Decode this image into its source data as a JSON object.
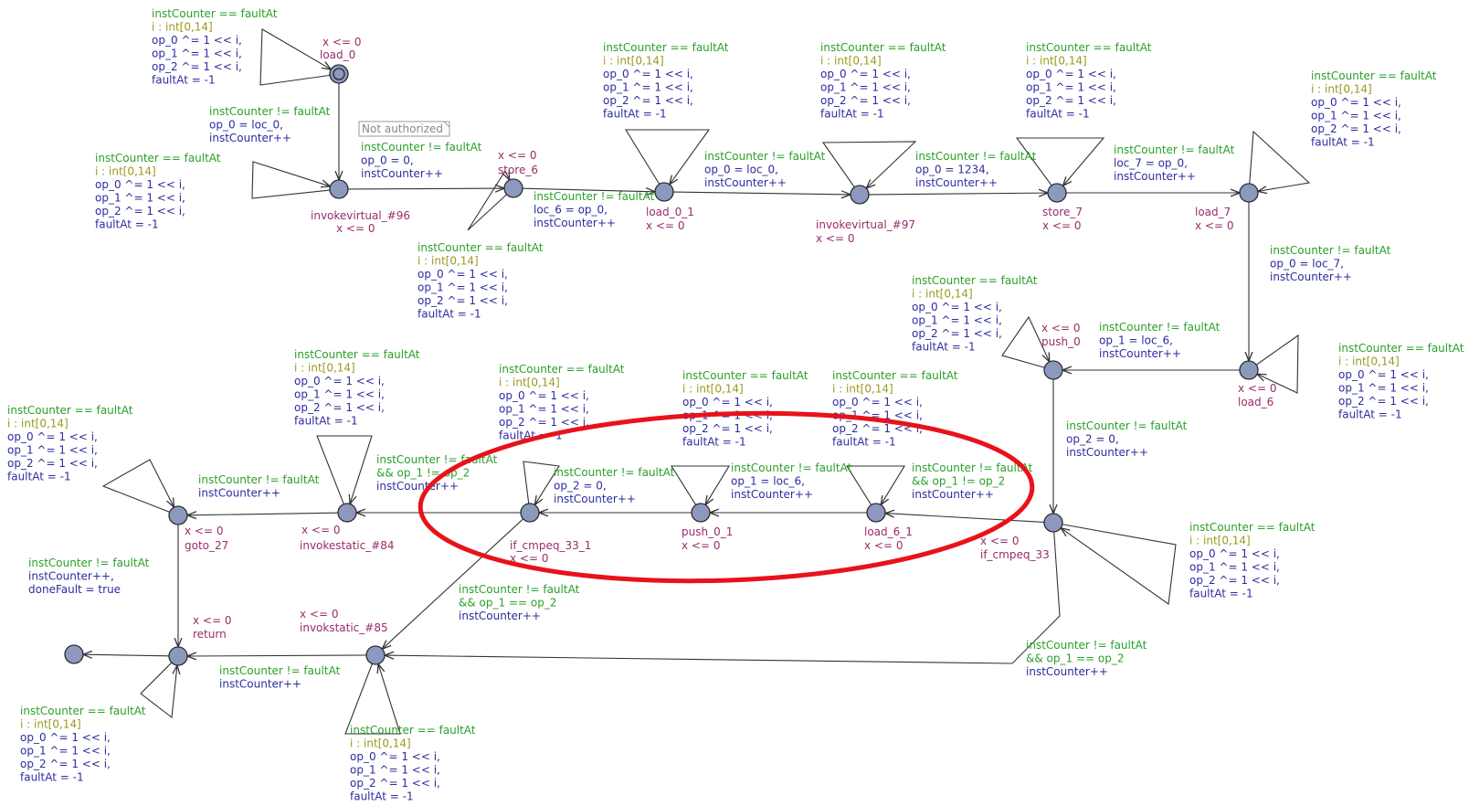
{
  "colors": {
    "guard": "#2aa02a",
    "select": "#9a9a20",
    "update": "#2d2d9e",
    "location": "#9a2c6a",
    "node_fill": "#8c98be",
    "highlight": "#e8121b"
  },
  "note": "Not authorized",
  "locations": [
    {
      "id": "load_0",
      "name": "load_0",
      "invariant": "x <= 0",
      "initial": true
    },
    {
      "id": "invokevirtual_96",
      "name": "invokevirtual_#96",
      "invariant": "x <= 0"
    },
    {
      "id": "store_6",
      "name": "store_6",
      "invariant": "x <= 0"
    },
    {
      "id": "load_0_1",
      "name": "load_0_1",
      "invariant": "x <= 0"
    },
    {
      "id": "invokevirtual_97",
      "name": "invokevirtual_#97",
      "invariant": "x <= 0"
    },
    {
      "id": "store_7",
      "name": "store_7",
      "invariant": "x <= 0"
    },
    {
      "id": "load_7",
      "name": "load_7",
      "invariant": "x <= 0"
    },
    {
      "id": "load_6",
      "name": "load_6",
      "invariant": "x <= 0"
    },
    {
      "id": "push_0",
      "name": "push_0",
      "invariant": "x <= 0"
    },
    {
      "id": "if_cmpeq_33",
      "name": "if_cmpeq_33",
      "invariant": "x <= 0"
    },
    {
      "id": "load_6_1",
      "name": "load_6_1",
      "invariant": "x <= 0"
    },
    {
      "id": "push_0_1",
      "name": "push_0_1",
      "invariant": "x <= 0"
    },
    {
      "id": "if_cmpeq_33_1",
      "name": "if_cmpeq_33_1",
      "invariant": "x <= 0"
    },
    {
      "id": "invokestatic_84",
      "name": "invokestatic_#84",
      "invariant": "x <= 0"
    },
    {
      "id": "goto_27",
      "name": "goto_27",
      "invariant": "x <= 0"
    },
    {
      "id": "invokstatic_85",
      "name": "invokstatic_#85",
      "invariant": "x <= 0"
    },
    {
      "id": "return",
      "name": "return",
      "invariant": "x <= 0"
    },
    {
      "id": "done",
      "name": "",
      "invariant": ""
    }
  ],
  "fault_loop": {
    "guard": "instCounter == faultAt",
    "select": "i : int[0,14]",
    "updates": [
      "op_0 ^= 1 << i,",
      "op_1 ^= 1 << i,",
      "op_2 ^= 1 << i,",
      "faultAt = -1"
    ]
  },
  "transitions": [
    {
      "from": "load_0",
      "to": "invokevirtual_96",
      "guard": "instCounter != faultAt",
      "updates": [
        "op_0 = loc_0,",
        "instCounter++"
      ]
    },
    {
      "from": "invokevirtual_96",
      "to": "store_6",
      "guard": "instCounter != faultAt",
      "updates": [
        "op_0 = 0,",
        "instCounter++"
      ]
    },
    {
      "from": "store_6",
      "to": "load_0_1",
      "guard": "instCounter != faultAt",
      "updates": [
        "loc_6 = op_0,",
        "instCounter++"
      ]
    },
    {
      "from": "load_0_1",
      "to": "invokevirtual_97",
      "guard": "instCounter != faultAt",
      "updates": [
        "op_0 = loc_0,",
        "instCounter++"
      ]
    },
    {
      "from": "invokevirtual_97",
      "to": "store_7",
      "guard": "instCounter != faultAt",
      "updates": [
        "op_0 = 1234,",
        "instCounter++"
      ]
    },
    {
      "from": "store_7",
      "to": "load_7",
      "guard": "instCounter != faultAt",
      "updates": [
        "loc_7 = op_0,",
        "instCounter++"
      ]
    },
    {
      "from": "load_7",
      "to": "load_6",
      "guard": "instCounter != faultAt",
      "updates": [
        "op_0 = loc_7,",
        "instCounter++"
      ]
    },
    {
      "from": "load_6",
      "to": "push_0",
      "guard": "instCounter != faultAt",
      "updates": [
        "op_1 = loc_6,",
        "instCounter++"
      ]
    },
    {
      "from": "push_0",
      "to": "if_cmpeq_33",
      "guard": "instCounter != faultAt",
      "updates": [
        "op_2 = 0,",
        "instCounter++"
      ]
    },
    {
      "from": "if_cmpeq_33",
      "to": "load_6_1",
      "guard": "instCounter != faultAt",
      "guard2": "&& op_1 != op_2",
      "updates": [
        "instCounter++"
      ]
    },
    {
      "from": "load_6_1",
      "to": "push_0_1",
      "guard": "instCounter != faultAt",
      "updates": [
        "op_1 = loc_6,",
        "instCounter++"
      ]
    },
    {
      "from": "push_0_1",
      "to": "if_cmpeq_33_1",
      "guard": "instCounter != faultAt",
      "updates": [
        "op_2 = 0,",
        "instCounter++"
      ]
    },
    {
      "from": "if_cmpeq_33_1",
      "to": "invokestatic_84",
      "guard": "instCounter != faultAt",
      "guard2": "&& op_1 != op_2",
      "updates": [
        "instCounter++"
      ]
    },
    {
      "from": "invokestatic_84",
      "to": "goto_27",
      "guard": "instCounter != faultAt",
      "updates": [
        "instCounter++"
      ]
    },
    {
      "from": "if_cmpeq_33_1",
      "to": "invokstatic_85",
      "guard": "instCounter != faultAt",
      "guard2": "&& op_1 == op_2",
      "updates": [
        "instCounter++"
      ]
    },
    {
      "from": "if_cmpeq_33",
      "to": "invokstatic_85",
      "guard": "instCounter != faultAt",
      "guard2": "&& op_1 == op_2",
      "updates": [
        "instCounter++"
      ]
    },
    {
      "from": "invokstatic_85",
      "to": "return",
      "guard": "instCounter != faultAt",
      "updates": [
        "instCounter++"
      ]
    },
    {
      "from": "goto_27",
      "to": "return",
      "guard": "instCounter != faultAt",
      "updates": [
        "instCounter++,",
        "doneFault = true"
      ]
    },
    {
      "from": "return",
      "to": "done",
      "guard": "",
      "updates": []
    }
  ]
}
